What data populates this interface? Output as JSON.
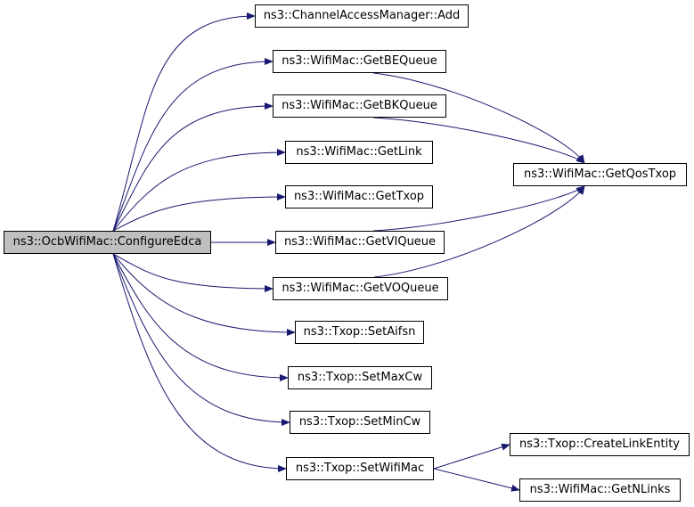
{
  "colors": {
    "edge": "#191970",
    "root_fill": "#bfbfbf",
    "node_fill": "#ffffff",
    "node_border": "#000000"
  },
  "nodes": {
    "root": "ns3::OcbWifiMac::ConfigureEdca",
    "add": "ns3::ChannelAccessManager::Add",
    "getbe": "ns3::WifiMac::GetBEQueue",
    "getbk": "ns3::WifiMac::GetBKQueue",
    "getlink": "ns3::WifiMac::GetLink",
    "gettxop": "ns3::WifiMac::GetTxop",
    "getvi": "ns3::WifiMac::GetVIQueue",
    "getvo": "ns3::WifiMac::GetVOQueue",
    "getqos": "ns3::WifiMac::GetQosTxop",
    "setaifsn": "ns3::Txop::SetAifsn",
    "setmaxcw": "ns3::Txop::SetMaxCw",
    "setmincw": "ns3::Txop::SetMinCw",
    "setwifimac": "ns3::Txop::SetWifiMac",
    "createlink": "ns3::Txop::CreateLinkEntity",
    "getnlinks": "ns3::WifiMac::GetNLinks"
  },
  "edges": [
    [
      "root",
      "add"
    ],
    [
      "root",
      "getbe"
    ],
    [
      "root",
      "getbk"
    ],
    [
      "root",
      "getlink"
    ],
    [
      "root",
      "gettxop"
    ],
    [
      "root",
      "getvi"
    ],
    [
      "root",
      "getvo"
    ],
    [
      "root",
      "setaifsn"
    ],
    [
      "root",
      "setmaxcw"
    ],
    [
      "root",
      "setmincw"
    ],
    [
      "root",
      "setwifimac"
    ],
    [
      "getbe",
      "getqos"
    ],
    [
      "getbk",
      "getqos"
    ],
    [
      "getvi",
      "getqos"
    ],
    [
      "getvo",
      "getqos"
    ],
    [
      "setwifimac",
      "createlink"
    ],
    [
      "setwifimac",
      "getnlinks"
    ]
  ]
}
